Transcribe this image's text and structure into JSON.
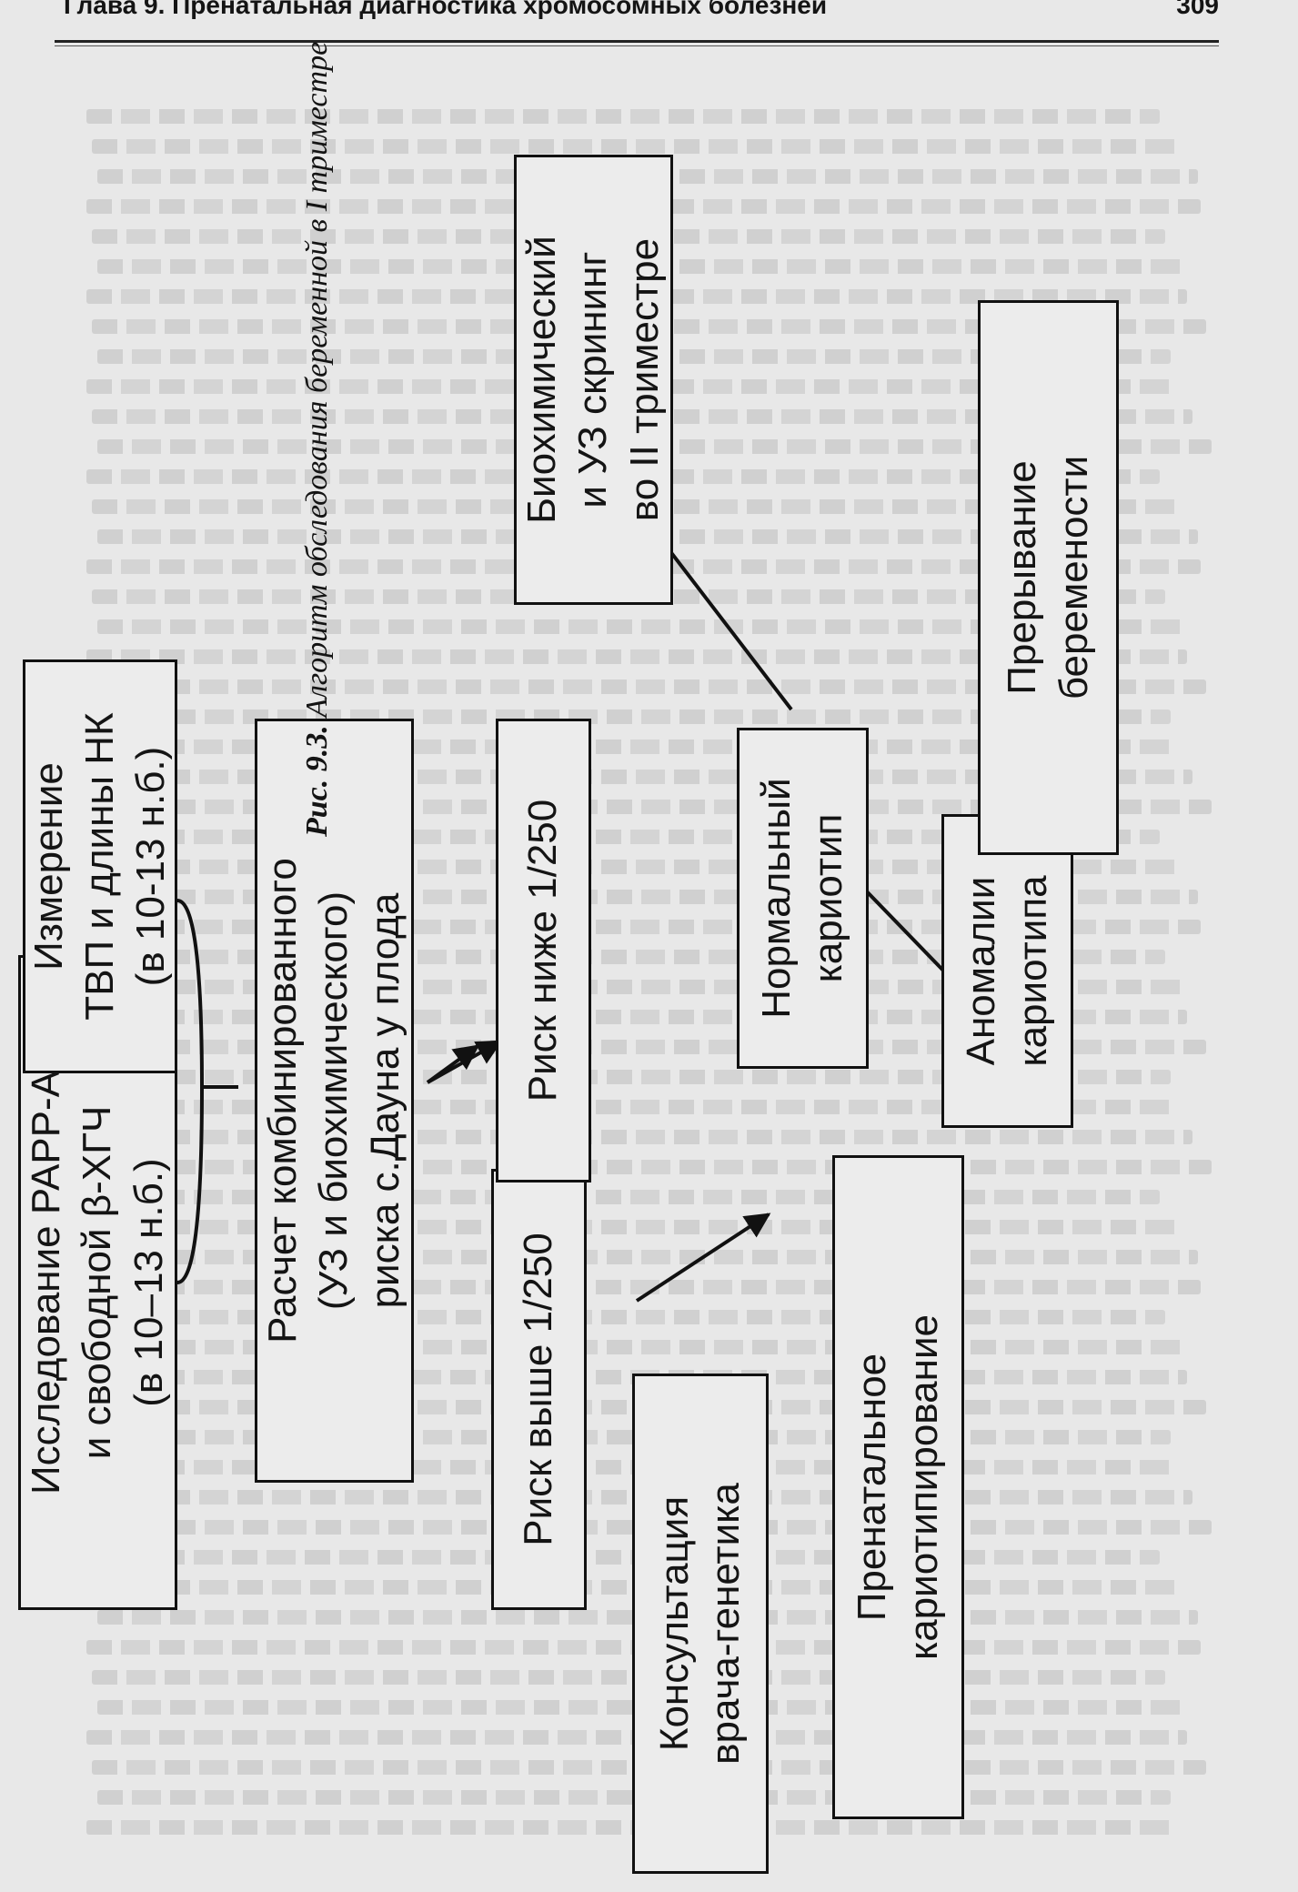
{
  "running_head": {
    "chapter_title": "Глава 9. Пренатальная диагностика хромосомных болезней",
    "page_number": "309"
  },
  "diagram": {
    "nodes": [
      {
        "id": "papp",
        "text": "Исследование PAPP-A\nи свободной β-ХГЧ\n(в 10–13 н.б.)"
      },
      {
        "id": "tvp",
        "text": "Измерение\nТВП и длины НК\n(в 10-13 н.б.)"
      },
      {
        "id": "calc",
        "text": "Расчет комбинированного\n(УЗ и биохимического)\nриска с.Дауна у плода"
      },
      {
        "id": "above",
        "text": "Риск выше 1/250"
      },
      {
        "id": "below",
        "text": "Риск ниже 1/250"
      },
      {
        "id": "bio2",
        "text": "Биохимический\nи УЗ скрининг\nво II триместре"
      },
      {
        "id": "consult",
        "text": "Консультация\nврача-генетика"
      },
      {
        "id": "karyo",
        "text": "Пренатальное\nкариотипирование"
      },
      {
        "id": "normal",
        "text": "Нормальный\nкариотип"
      },
      {
        "id": "anomaly",
        "text": "Аномалии\nкариотипа"
      },
      {
        "id": "abort",
        "text": "Прерывание\nберемености"
      }
    ],
    "caption_label": "Рис. 9.3.",
    "caption_text": "Алгоритм обследования беременной в I триместре"
  }
}
